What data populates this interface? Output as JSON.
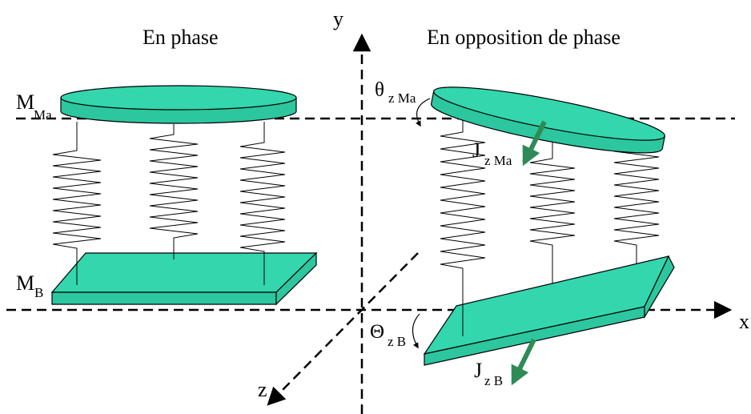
{
  "labels": {
    "in_phase": "En phase",
    "anti_phase": "En opposition de phase",
    "axis_x": "x",
    "axis_y": "y",
    "axis_z": "z",
    "mass_ma_main": "M",
    "mass_ma_sub": "Ma",
    "mass_b_main": "M",
    "mass_b_sub": "B",
    "theta_ma_main": "θ",
    "theta_ma_sub": "z Ma",
    "theta_b_main": "Θ",
    "theta_b_sub": "z B",
    "j_ma_main": "J",
    "j_ma_sub": "z Ma",
    "j_b_main": "J",
    "j_b_sub": "z B"
  },
  "colors": {
    "plate_top": "#33d6ad",
    "plate_side": "#2cc79f",
    "arrow": "#2e8b57",
    "line": "#000000"
  }
}
